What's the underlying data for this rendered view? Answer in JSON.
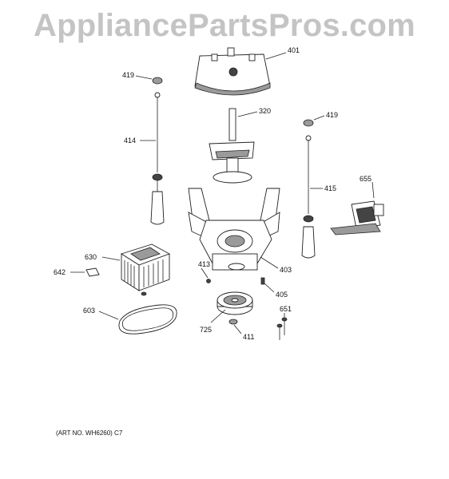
{
  "watermark": "AppliancePartsPros.com",
  "labels": {
    "p401": "401",
    "p419a": "419",
    "p320": "320",
    "p419b": "419",
    "p414": "414",
    "p415": "415",
    "p655": "655",
    "p630": "630",
    "p642": "642",
    "p413": "413",
    "p403": "403",
    "p405": "405",
    "p651": "651",
    "p603": "603",
    "p725": "725",
    "p411": "411"
  },
  "art_number": "(ART NO. WH6260) C7"
}
